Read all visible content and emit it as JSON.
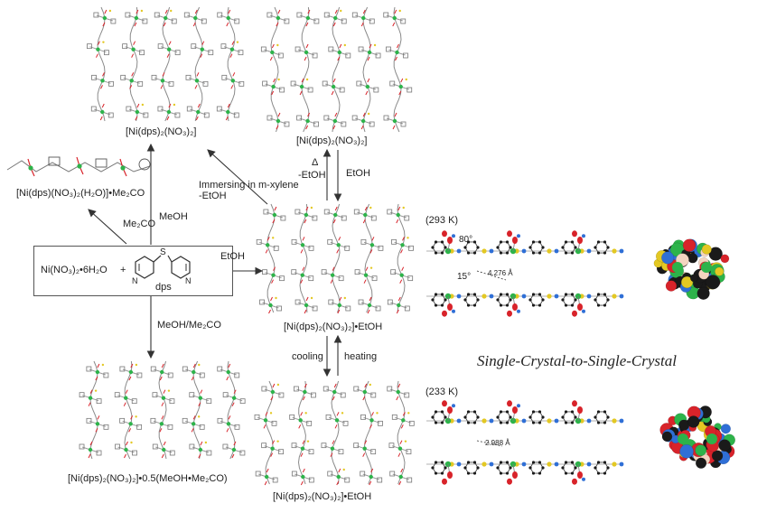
{
  "labels": {
    "a": "[Ni(dps)₂(NO₃)₂]",
    "b": "[Ni(dps)₂(NO₃)₂]",
    "c": "[Ni(dps)(NO₃)₂(H₂O)]•Me₂CO",
    "d": "[Ni(dps)₂(NO₃)₂]•EtOH",
    "e": "[Ni(dps)₂(NO₃)₂]•0.5(MeOH•Me₂CO)",
    "f": "[Ni(dps)₂(NO₃)₂]•EtOH"
  },
  "start": {
    "salt": "Ni(NO₃)₂•6H₂O",
    "plus": "+",
    "ligand": "dps",
    "ligand_atom": "S",
    "n_left": "N",
    "n_right": "N"
  },
  "arrows": {
    "me2co": "Me₂CO",
    "meoh": "MeOH",
    "immersing": "Immersing in m-xylene",
    "minus_etoh_1": "-EtOH",
    "delta": "Δ",
    "minus_etoh_2": "-EtOH",
    "etoh_up": "EtOH",
    "etoh_right": "EtOH",
    "meoh_me2co": "MeOH/Me₂CO",
    "cooling": "cooling",
    "heating": "heating"
  },
  "right": {
    "t293": "(293 K)",
    "t233": "(233 K)",
    "angle80": "80°",
    "angle15": "15°",
    "dist293": "4.276 Å",
    "dist233": "2.988 Å",
    "transition": "Single-Crystal-to-Single-Crystal"
  },
  "colors": {
    "ni": "#2db34a",
    "n": "#2f6fd6",
    "o": "#d8232a",
    "s": "#e3c823",
    "c": "#1a1a1a",
    "h": "#f3d4c0",
    "bond": "#7a7a7a"
  }
}
